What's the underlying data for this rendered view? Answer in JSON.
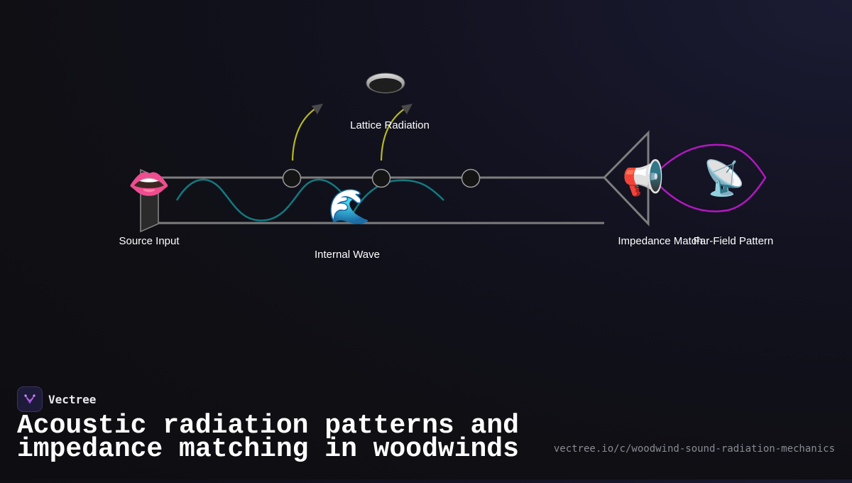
{
  "diagram": {
    "labels": {
      "source_input": "Source Input",
      "internal_wave": "Internal Wave",
      "lattice_radiation": "Lattice Radiation",
      "impedance_match": "Impedance Match",
      "far_field_pattern": "Far-Field Pattern"
    },
    "icons": {
      "mouth": "👄",
      "wave": "🌊",
      "megaphone": "📢",
      "satellite": "📡"
    },
    "colors": {
      "tube": "#7d7d7d",
      "wave": "#127a80",
      "radiation_arrows": "#b8b81e",
      "far_field": "#b417c0"
    }
  },
  "footer": {
    "brand": "Vectree",
    "title": "Acoustic radiation patterns and impedance matching in woodwinds",
    "url": "vectree.io/c/woodwind-sound-radiation-mechanics"
  }
}
